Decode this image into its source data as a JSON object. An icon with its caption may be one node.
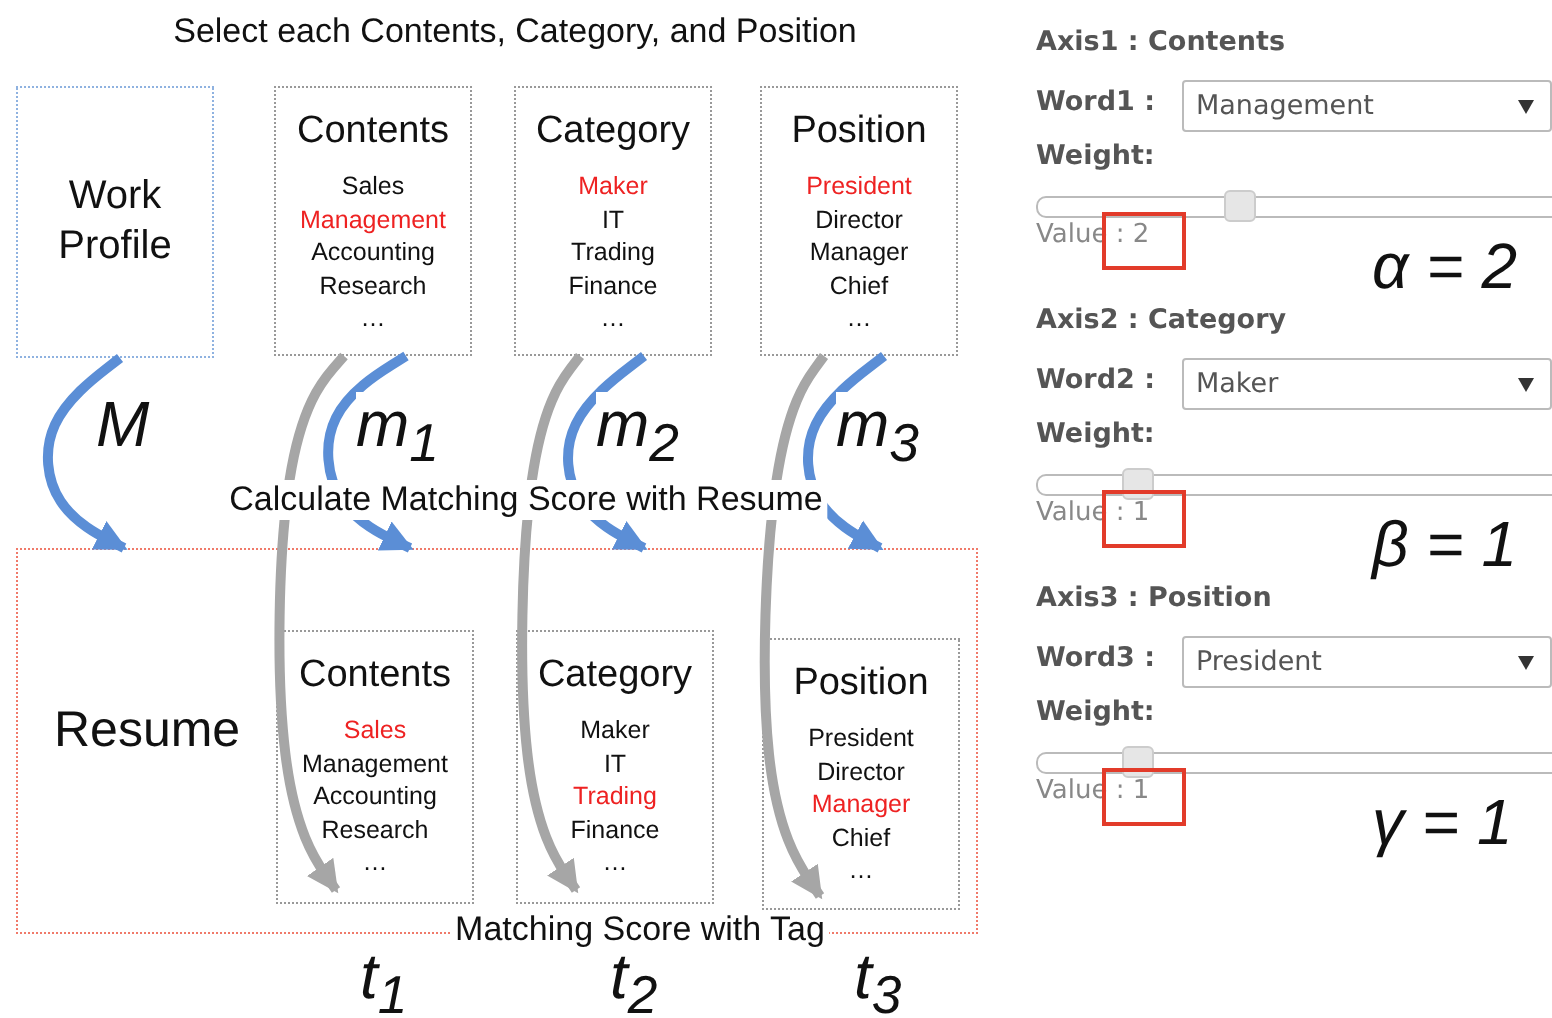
{
  "diagram": {
    "title": "Select each Contents, Category, and Position",
    "nodes": [
      {
        "text": [
          "Work Profile"
        ]
      },
      {
        "text": [
          "Contents",
          "Sales",
          "Management",
          "Accounting",
          "Research",
          "…"
        ]
      },
      {
        "text": [
          "Category",
          "Maker",
          "IT",
          "Trading",
          "Finance",
          "…"
        ]
      },
      {
        "text": [
          "Position",
          "President",
          "Director",
          "Manager",
          "Chief",
          "…"
        ]
      },
      {
        "text": [
          "Resume"
        ]
      },
      {
        "text": [
          "Contents",
          "Sales",
          "Management",
          "Accounting",
          "Research",
          "…"
        ],
        "in": 4
      },
      {
        "text": [
          "Category",
          "Maker",
          "IT",
          "Trading",
          "Finance",
          "…"
        ],
        "in": 4
      },
      {
        "text": [
          "Position",
          "President",
          "Director",
          "Manager",
          "Chief",
          "…"
        ],
        "in": 4
      }
    ],
    "edges": [
      {
        "from": 0,
        "to": 4,
        "arrow": "to",
        "label": "M"
      },
      {
        "from": 1,
        "to": 4,
        "arrow": "to",
        "label": "m$_{1}$"
      },
      {
        "from": 2,
        "to": 4,
        "arrow": "to",
        "label": "m$_{2}$"
      },
      {
        "from": 3,
        "to": 4,
        "arrow": "to",
        "label": "m$_{3}$"
      },
      {
        "from": 1,
        "to": 5,
        "arrow": "to",
        "color": "#a6a6a6"
      },
      {
        "from": 2,
        "to": 6,
        "arrow": "to",
        "color": "#a6a6a6"
      },
      {
        "from": 3,
        "to": 7,
        "arrow": "to",
        "color": "#a6a6a6"
      }
    ],
    "labels": [
      "Calculate Matching Score with Resume",
      "Matching Score with Tag",
      "t$_{1}$",
      "t$_{2}$",
      "t$_{3}$",
      "Axis1 : Contents",
      "Word1 :",
      "Management",
      "Weight:",
      "Value : 2",
      "α = 2",
      "Axis2 : Category",
      "Word2 :",
      "Maker",
      "Weight:",
      "Value : 1",
      "β = 1",
      "Axis3 : Position",
      "Word3 :",
      "President",
      "Weight:",
      "Value : 1",
      "γ = 1"
    ]
  }
}
